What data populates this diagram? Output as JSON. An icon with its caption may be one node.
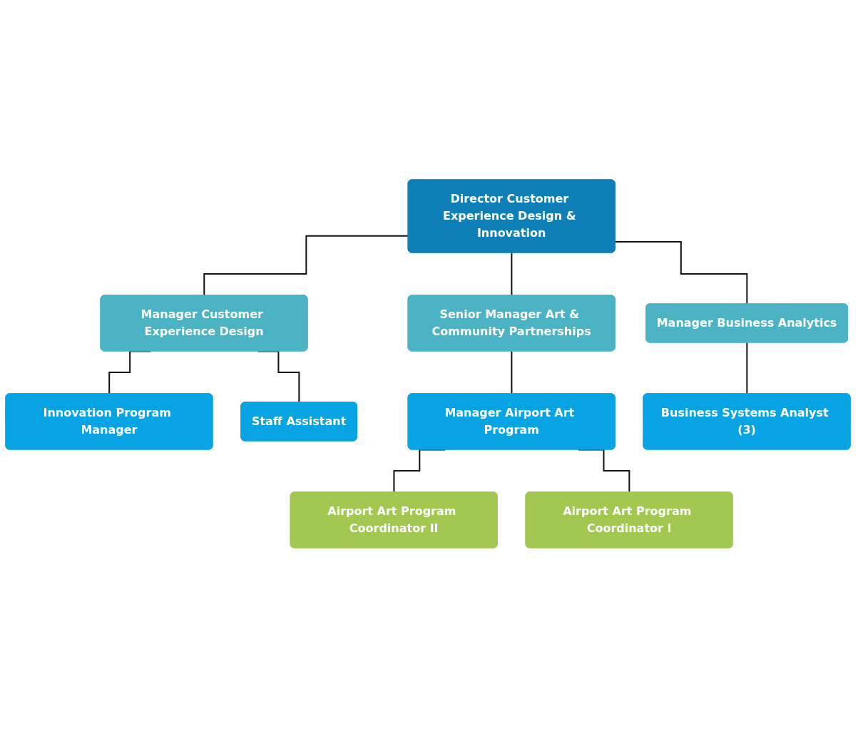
{
  "diagram": {
    "nodes": [
      {
        "text": [
          "Director Customer Experience Design & Innovation"
        ]
      },
      {
        "text": [
          "Manager Customer Experience Design"
        ]
      },
      {
        "text": [
          "Senior Manager Art & Community Partnerships"
        ]
      },
      {
        "text": [
          "Manager Business Analytics"
        ]
      },
      {
        "text": [
          "Innovation Program Manager"
        ]
      },
      {
        "text": [
          "Manager Airport Art Program"
        ]
      },
      {
        "text": [
          "Business Systems Analyst (3)"
        ]
      },
      {
        "text": [
          "Staff Assistant"
        ]
      },
      {
        "text": [
          "Airport Art Program Coordinator II"
        ]
      },
      {
        "text": [
          "Airport Art Program Coordinator I"
        ]
      }
    ],
    "edges": [
      {
        "from": 0,
        "to": 1,
        "arrow": "none"
      },
      {
        "from": 0,
        "to": 2,
        "arrow": "none"
      },
      {
        "from": 0,
        "to": 3,
        "arrow": "none"
      },
      {
        "from": 1,
        "to": 4,
        "arrow": "none"
      },
      {
        "from": 1,
        "to": 7,
        "arrow": "none"
      },
      {
        "from": 2,
        "to": 5,
        "arrow": "none"
      },
      {
        "from": 3,
        "to": 6,
        "arrow": "none"
      },
      {
        "from": 5,
        "to": 8,
        "arrow": "none"
      },
      {
        "from": 5,
        "to": 9,
        "arrow": "none"
      }
    ]
  }
}
